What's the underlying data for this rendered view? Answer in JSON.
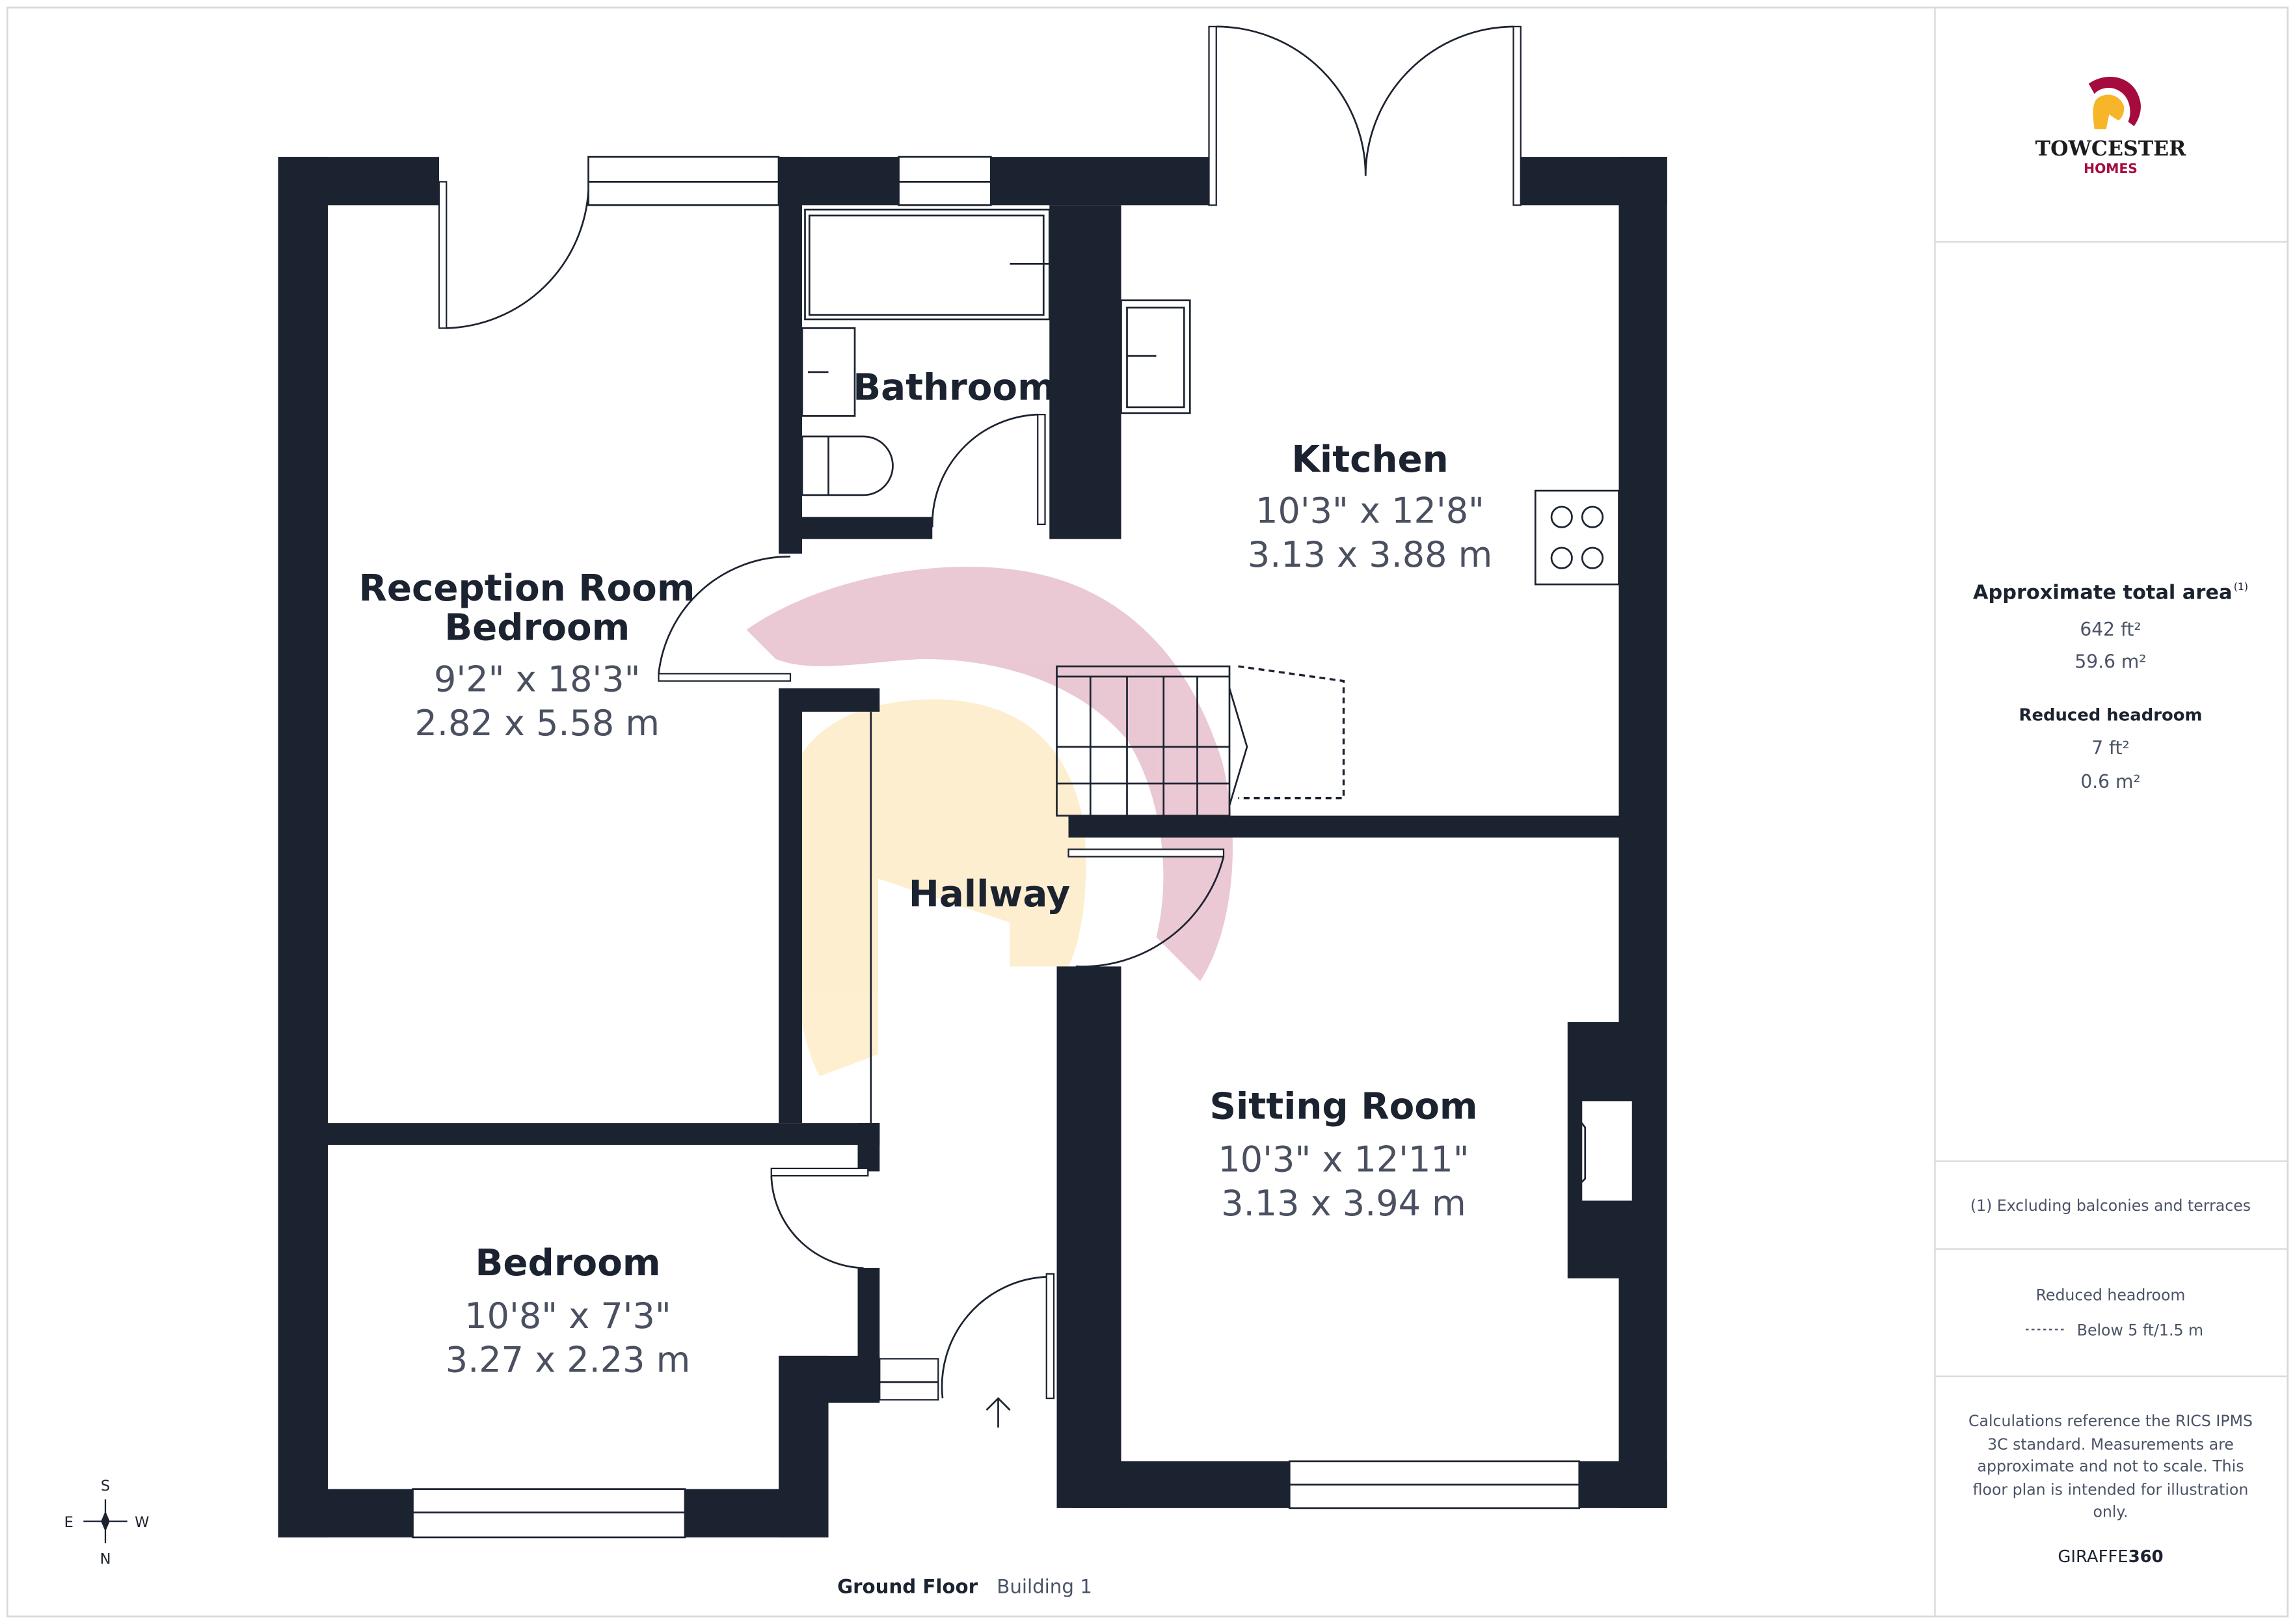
{
  "brand": {
    "name": "TOWCESTER",
    "sub": "HOMES",
    "colors": {
      "crimson": "#a50b3d",
      "gold": "#f7b52a",
      "orange": "#f0822a"
    }
  },
  "rooms": [
    {
      "name": "Reception Room",
      "name2": "Bedroom",
      "imperial": "9'2\" x 18'3\"",
      "metric": "2.82 x 5.58 m"
    },
    {
      "name": "Bathroom"
    },
    {
      "name": "Kitchen",
      "imperial": "10'3\" x 12'8\"",
      "metric": "3.13 x 3.88 m"
    },
    {
      "name": "Hallway"
    },
    {
      "name": "Sitting Room",
      "imperial": "10'3\" x 12'11\"",
      "metric": "3.13 x 3.94 m"
    },
    {
      "name": "Bedroom",
      "imperial": "10'8\" x 7'3\"",
      "metric": "3.27 x 2.23 m"
    }
  ],
  "compass": {
    "n": "N",
    "s": "S",
    "e": "E",
    "w": "W"
  },
  "footer": {
    "floor": "Ground Floor",
    "building": "Building 1"
  },
  "panel": {
    "total_title": "Approximate total area",
    "total_sup": "(1)",
    "total_ft": "642 ft²",
    "total_m": "59.6 m²",
    "reduced_title": "Reduced headroom",
    "reduced_ft": "7 ft²",
    "reduced_m": "0.6 m²",
    "footnote": "(1) Excluding balconies and terraces",
    "legend_title": "Reduced headroom",
    "legend_item": "Below 5 ft/1.5 m",
    "disclaimer": [
      "Calculations reference the RICS IPMS",
      "3C standard. Measurements are",
      "approximate and not to scale. This",
      "floor plan is intended for illustration",
      "only."
    ],
    "giraffe_a": "GIRAFFE",
    "giraffe_b": "360"
  }
}
